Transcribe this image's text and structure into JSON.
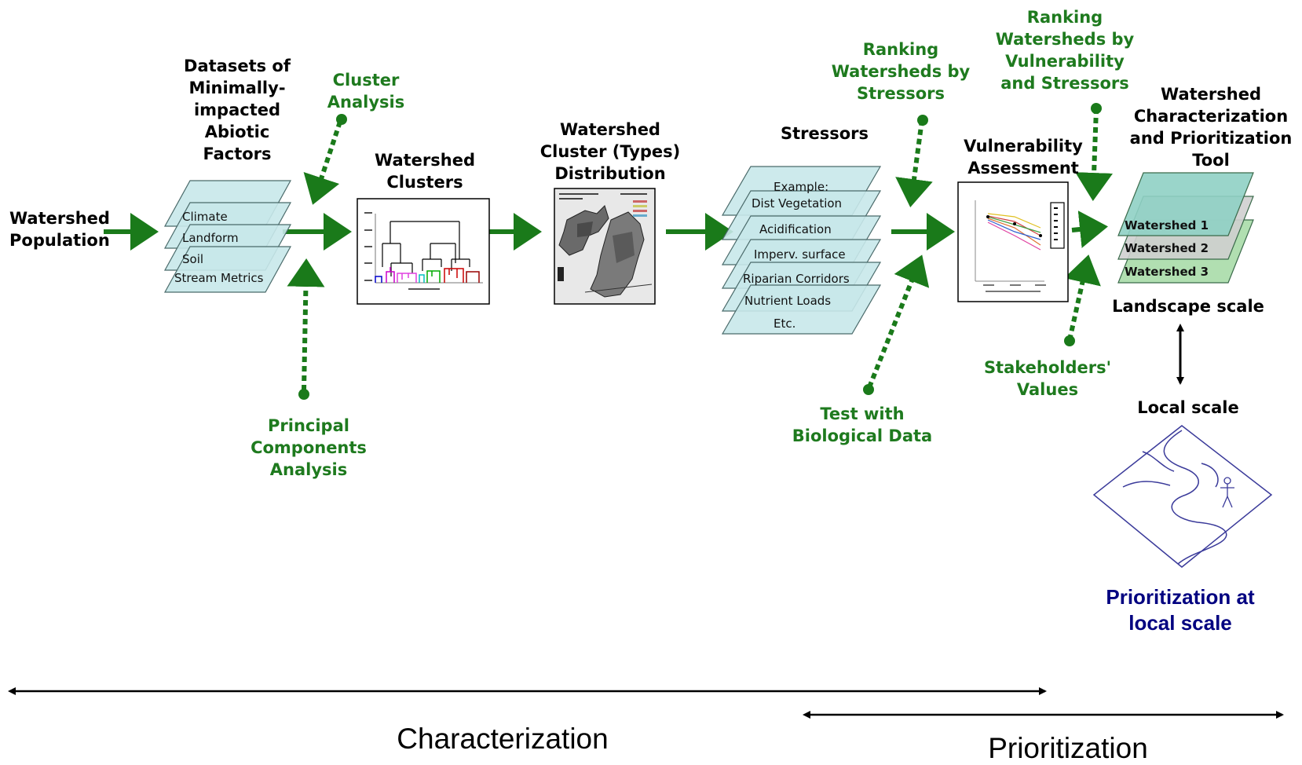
{
  "labels": {
    "watershed_population": [
      "Watershed",
      "Population"
    ],
    "datasets": [
      "Datasets of",
      "Minimally-",
      "impacted",
      "Abiotic",
      "Factors"
    ],
    "cluster_analysis": [
      "Cluster",
      "Analysis"
    ],
    "pca": [
      "Principal",
      "Components",
      "Analysis"
    ],
    "watershed_clusters": [
      "Watershed",
      "Clusters"
    ],
    "cluster_distribution": [
      "Watershed",
      "Cluster (Types)",
      "Distribution"
    ],
    "stressors": "Stressors",
    "ranking_stressors": [
      "Ranking",
      "Watersheds by",
      "Stressors"
    ],
    "ranking_vuln": [
      "Ranking",
      "Watersheds by",
      "Vulnerability",
      "and Stressors"
    ],
    "vulnerability_assessment": [
      "Vulnerability",
      "Assessment"
    ],
    "test_bio": [
      "Test with",
      "Biological Data"
    ],
    "stakeholders": [
      "Stakeholders'",
      "Values"
    ],
    "tool": [
      "Watershed",
      "Characterization",
      "and Prioritization",
      "Tool"
    ],
    "landscape_scale": "Landscape scale",
    "local_scale": "Local scale",
    "prioritization_local": [
      "Prioritization at",
      "local scale"
    ]
  },
  "abiotic_layers": [
    "Climate",
    "Landform",
    "Soil",
    "Stream Metrics"
  ],
  "stressor_layers": [
    "Example:",
    "Dist Vegetation",
    "Acidification",
    "Imperv. surface",
    "Riparian Corridors",
    "Nutrient Loads",
    "Etc."
  ],
  "watershed_layers": [
    "Watershed 1",
    "Watershed 2",
    "Watershed 3"
  ],
  "phases": {
    "characterization": "Characterization",
    "prioritization": "Prioritization"
  },
  "colors": {
    "flow_arrow": "#1a7a1a",
    "green_text": "#1e7a1e",
    "layer_fill": "#c8e8ea",
    "layer_stroke": "#4a6a6a",
    "ws1": "#8fd0c4",
    "ws2": "#cfcfcf",
    "ws3": "#a8dca8",
    "blue_text": "#000080"
  }
}
